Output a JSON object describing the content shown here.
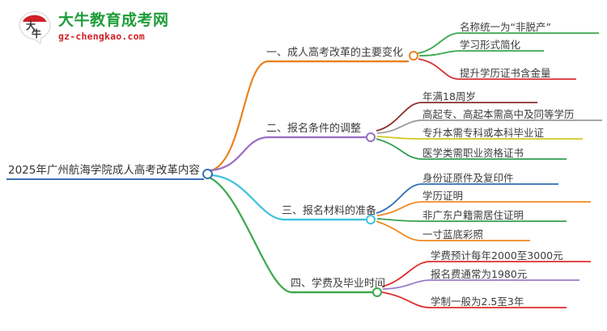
{
  "logo": {
    "mark_text": "大牛",
    "title": "大牛教育成考网",
    "domain": "gz-chengkao.com",
    "brand_green": "#1f9d3a",
    "brand_red": "#cf2127"
  },
  "mindmap": {
    "root": {
      "label": "2025年广州航海学院成人高考改革内容",
      "color": "#3a6fb0"
    },
    "branches": [
      {
        "label": "一、成人高考改革的主要变化",
        "color": "#e8821e",
        "children": [
          {
            "label": "名称统一为“非脱产”",
            "color": "#3aa84c"
          },
          {
            "label": "学习形式简化",
            "color": "#3aa84c"
          },
          {
            "label": "提升学历证书含金量",
            "color": "#d93030"
          }
        ]
      },
      {
        "label": "二、报名条件的调整",
        "color": "#9a6fc4",
        "children": [
          {
            "label": "年满18周岁",
            "color": "#8c2f2a"
          },
          {
            "label": "高起专、高起本需高中及同等学历",
            "color": "#9a9a9a"
          },
          {
            "label": "专升本需专科或本科毕业证",
            "color": "#d2c820"
          },
          {
            "label": "医学类需职业资格证书",
            "color": "#2e9e4e"
          }
        ]
      },
      {
        "label": "三、报名材料的准备",
        "color": "#3ec2dd",
        "children": [
          {
            "label": "身份证原件及复印件",
            "color": "#2f6fb5"
          },
          {
            "label": "学历证明",
            "color": "#ef8a21"
          },
          {
            "label": "非广东户籍需居住证明",
            "color": "#3a9e4e"
          },
          {
            "label": "一寸蓝底彩照",
            "color": "#ef8a21"
          }
        ]
      },
      {
        "label": "四、学费及毕业时间",
        "color": "#3aa84c",
        "children": [
          {
            "label": "学费预计每年2000至3000元",
            "color": "#e02b2b"
          },
          {
            "label": "报名费通常为1980元",
            "color": "#9a7fc9"
          },
          {
            "label": "学制一般为2.5至3年",
            "color": "#e02b2b"
          }
        ]
      }
    ]
  }
}
